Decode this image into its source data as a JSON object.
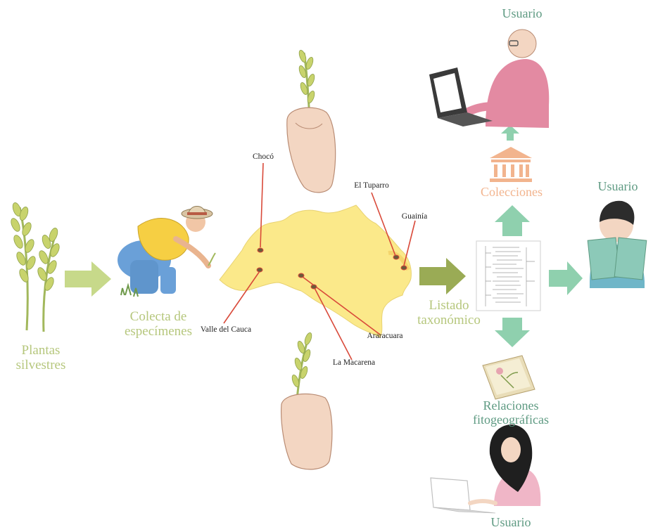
{
  "labels": {
    "plantas": "Plantas\nsilvestres",
    "colecta": "Colecta de\nespecímenes",
    "listado": "Listado\ntaxonómico",
    "colecciones": "Colecciones",
    "relaciones": "Relaciones\nfitogeográficas",
    "usuario_top": "Usuario",
    "usuario_right": "Usuario",
    "usuario_bottom": "Usuario"
  },
  "places": {
    "choco": "Chocó",
    "tuparro": "El Tuparro",
    "guainia": "Guainía",
    "valle": "Valle del Cauca",
    "araracuara": "Araracuara",
    "macarena": "La Macarena"
  },
  "colors": {
    "green_text": "#b6c77d",
    "teal_text": "#5e9a82",
    "peach_text": "#f2b48e",
    "arrow_light_green": "#c7d98a",
    "arrow_olive": "#9aab55",
    "arrow_teal": "#8fd0ae",
    "map_fill": "#fbe98a",
    "pin_line": "#d94a3a"
  }
}
